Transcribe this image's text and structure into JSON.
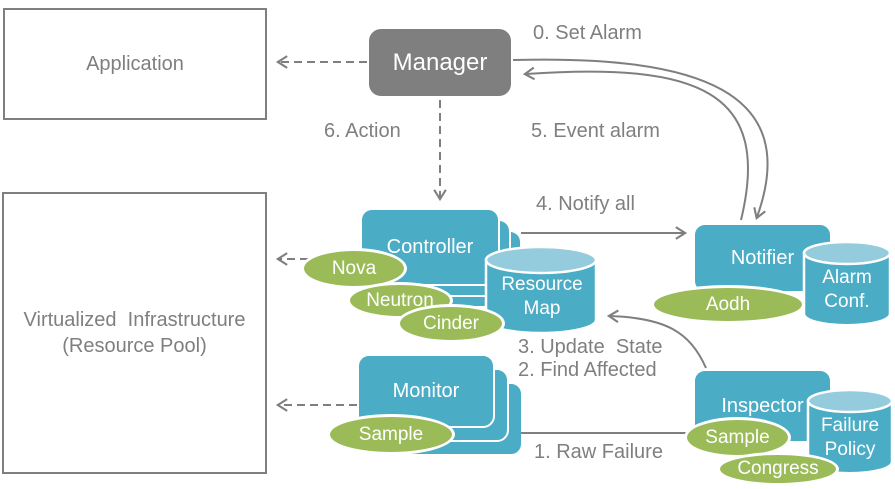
{
  "colors": {
    "node_blue": "#4bacc6",
    "cylinder_top_blue": "#94cbdd",
    "plugin_green": "#9bbb59",
    "gray": "#7f7f7f",
    "shape_text": "#ffffff"
  },
  "infrastructure": {
    "application": {
      "label": "Application"
    },
    "virtualized_infrastructure": {
      "line1": "Virtualized  Infrastructure",
      "line2": "(Resource Pool)"
    }
  },
  "nodes": {
    "manager": {
      "label": "Manager"
    },
    "controller": {
      "label": "Controller"
    },
    "monitor": {
      "label": "Monitor"
    },
    "notifier": {
      "label": "Notifier"
    },
    "inspector": {
      "label": "Inspector"
    }
  },
  "datastores": {
    "resource_map": {
      "line1": "Resource",
      "line2": "Map"
    },
    "alarm_conf": {
      "line1": "Alarm",
      "line2": "Conf."
    },
    "failure_policy": {
      "line1": "Failure",
      "line2": "Policy"
    }
  },
  "plugins": {
    "nova": {
      "label": "Nova"
    },
    "neutron": {
      "label": "Neutron"
    },
    "cinder": {
      "label": "Cinder"
    },
    "monitor_sample": {
      "label": "Sample"
    },
    "aodh": {
      "label": "Aodh"
    },
    "inspector_sample": {
      "label": "Sample"
    },
    "congress": {
      "label": "Congress"
    }
  },
  "flow_labels": {
    "set_alarm": "0. Set Alarm",
    "raw_failure": "1. Raw Failure",
    "find_affected": "2. Find Affected",
    "update_state": "3. Update  State",
    "notify_all": "4. Notify all",
    "event_alarm": "5. Event alarm",
    "action": "6. Action"
  }
}
